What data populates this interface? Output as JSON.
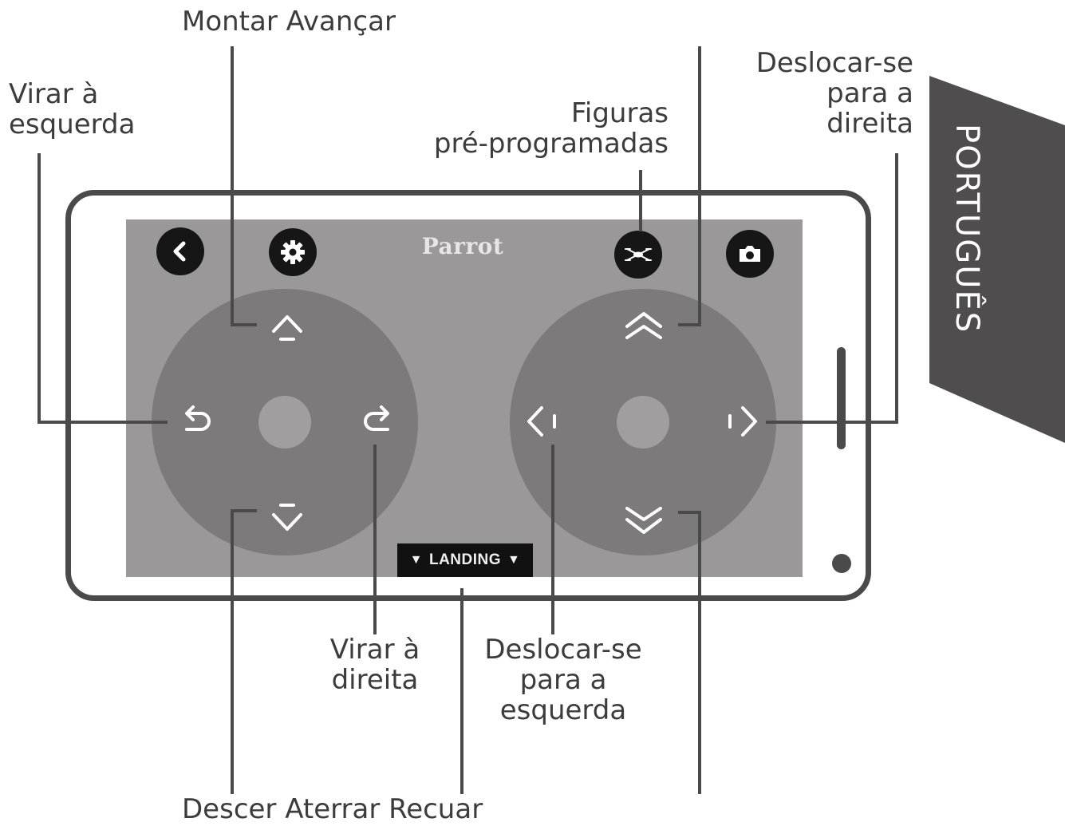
{
  "labels": {
    "top_left": "Montar Avançar",
    "turn_left": [
      "Virar à",
      "esquerda"
    ],
    "figures": [
      "Figuras",
      "pré-programadas"
    ],
    "move_right": [
      "Deslocar-se",
      "para a",
      "direita"
    ],
    "turn_right": [
      "Virar à",
      "direita"
    ],
    "move_left": [
      "Deslocar-se",
      "para a",
      "esquerda"
    ],
    "bottom": "Descer Aterrar Recuar"
  },
  "screen": {
    "brand": "Parrot",
    "landing_label": "LANDING"
  },
  "side_tab": {
    "text": "PORTUGUÊS"
  },
  "icons": {
    "back": "back-chevron-icon",
    "settings": "gear-icon",
    "figures": "drone-icon",
    "camera": "camera-icon"
  },
  "colors": {
    "screen_bg": "#9a9898",
    "pad_bg": "#7c7a7a",
    "tab_bg": "#4f4d4d",
    "frame": "#4a4a4a"
  }
}
